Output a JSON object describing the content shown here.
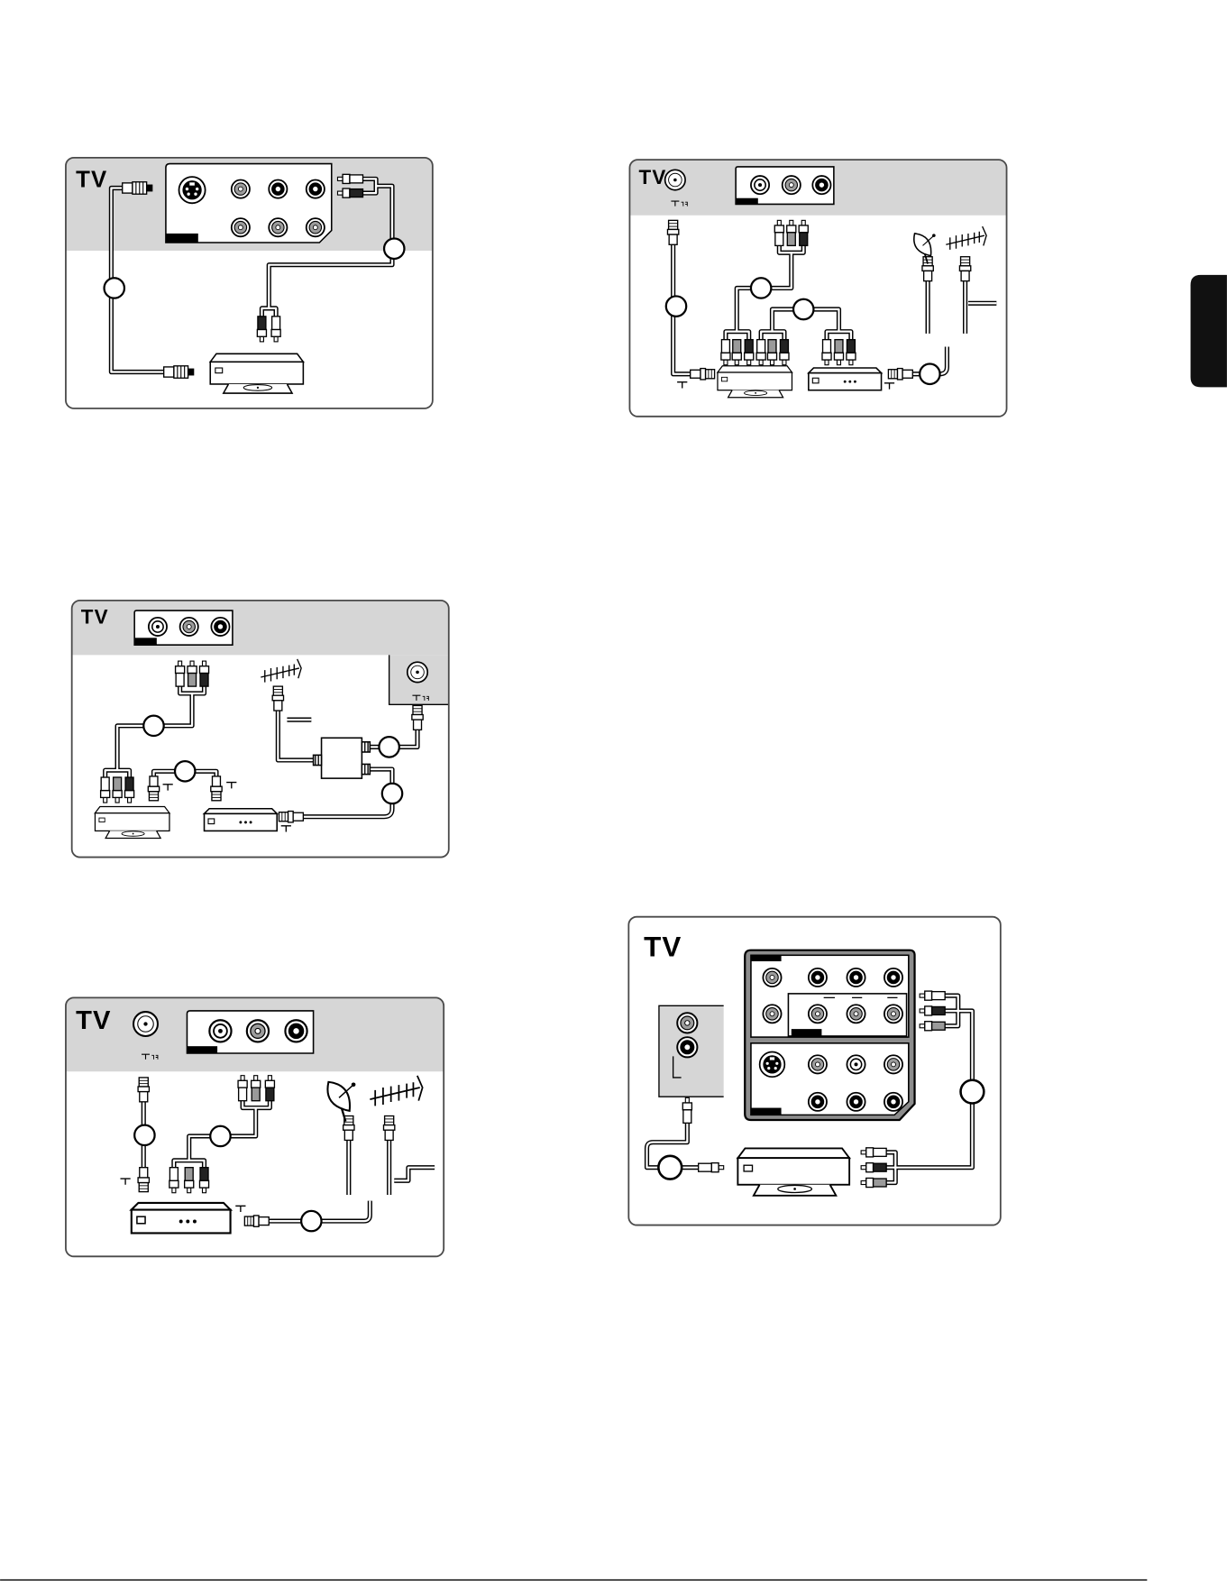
{
  "diagrams": [
    {
      "label": "TV"
    },
    {
      "label": "TV"
    },
    {
      "label": "TV"
    },
    {
      "label": "TV"
    },
    {
      "label": "TV"
    }
  ],
  "colors": {
    "header_band": "#d6d6d6",
    "panel_frame": "#8c8c8c",
    "side_tab": "#111111"
  }
}
